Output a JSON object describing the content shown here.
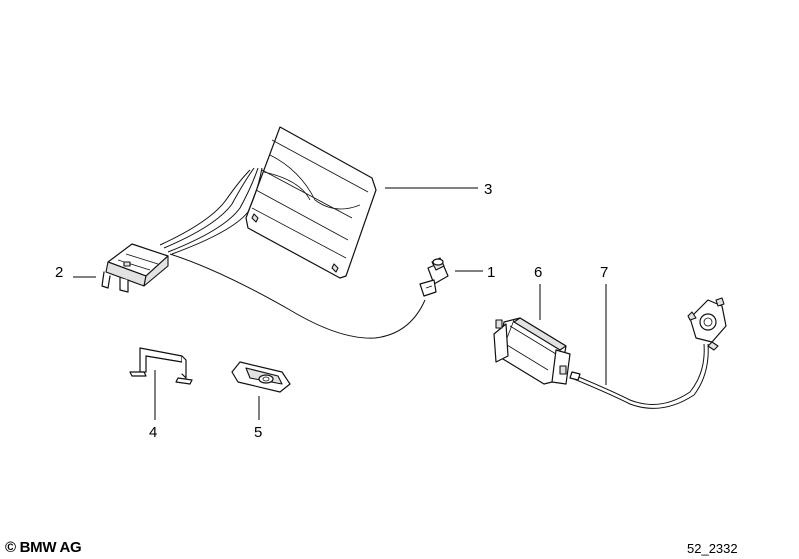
{
  "callouts": {
    "c1": "1",
    "c2": "2",
    "c3": "3",
    "c4": "4",
    "c5": "5",
    "c6": "6",
    "c7": "7"
  },
  "footer": {
    "copyright": "© BMW AG",
    "drawing_ref": "52_2332"
  }
}
